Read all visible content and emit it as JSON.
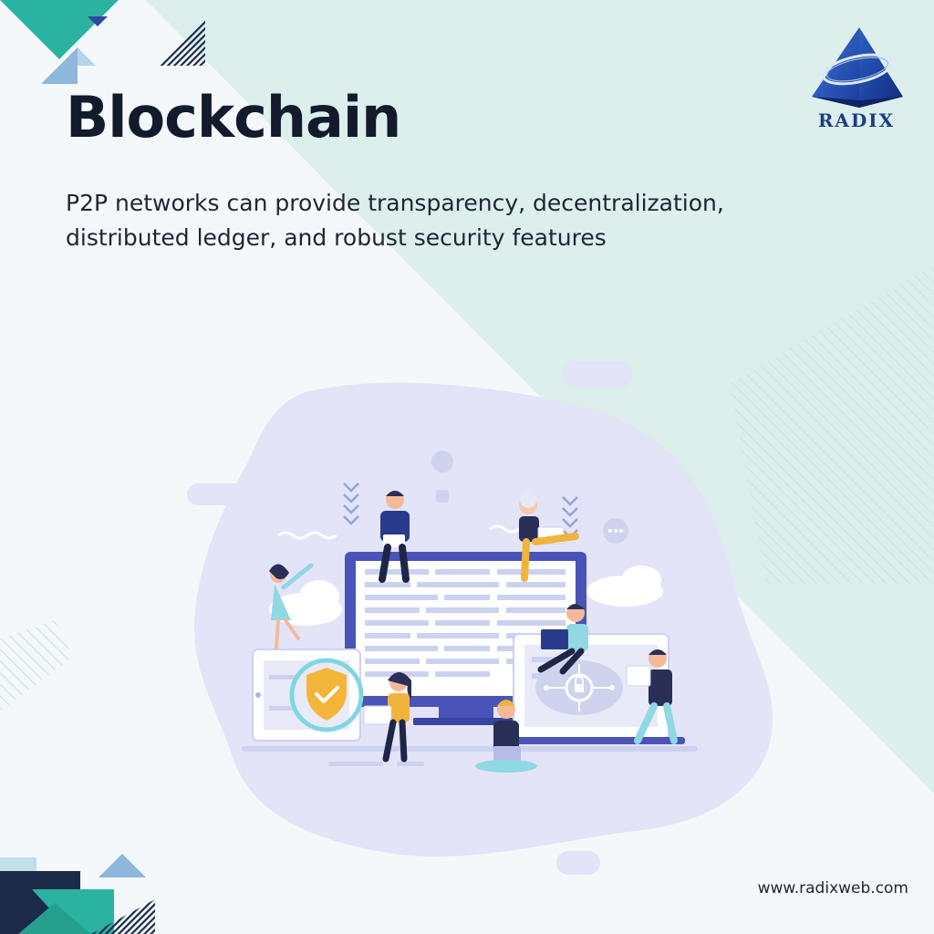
{
  "brand": {
    "logo_text": "RADIX",
    "website": "www.radixweb.com"
  },
  "hero": {
    "title": "Blockchain",
    "subtitle": "P2P networks can provide transparency, decentralization, distributed ledger, and robust security features"
  },
  "colors": {
    "teal": "#2bb3a1",
    "navy": "#1c2a4a",
    "mint_bg": "#dcefed",
    "blob": "#e3e4f7",
    "indigo": "#4a53b8",
    "brand_blue": "#1c3d87",
    "title_text": "#131a2c"
  },
  "icons": [
    "radix-pyramid-logo",
    "shield-check-icon",
    "lock-circuit-icon",
    "lightbulb-icon",
    "chat-bubble-icon",
    "down-chevrons-icon"
  ]
}
